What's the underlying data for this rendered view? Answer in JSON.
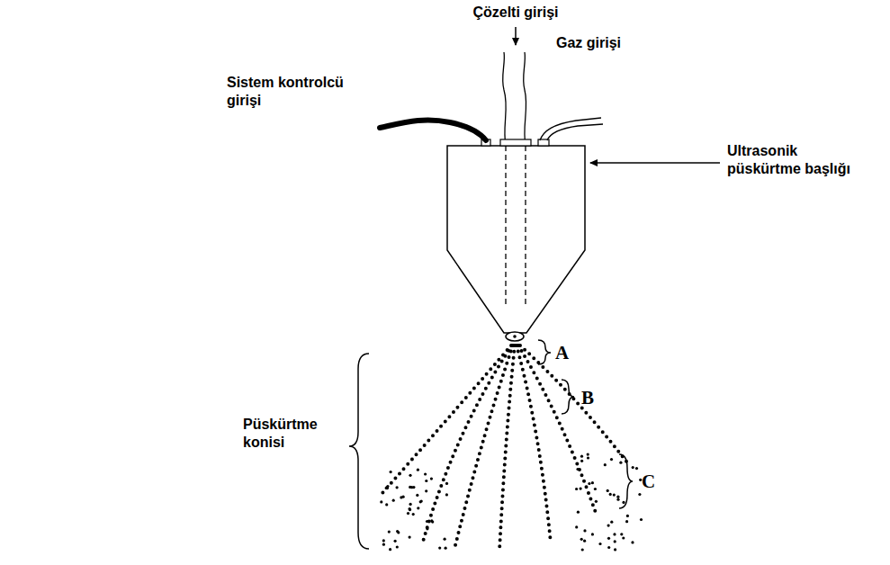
{
  "diagram": {
    "labels": [
      "Çözelti girişi",
      "Sistem kontrolcü girişi",
      "Gaz girişi",
      "Ultrasonik püskürtme başlığı",
      "A",
      "B",
      "C",
      "Püskürtme konisi"
    ]
  }
}
